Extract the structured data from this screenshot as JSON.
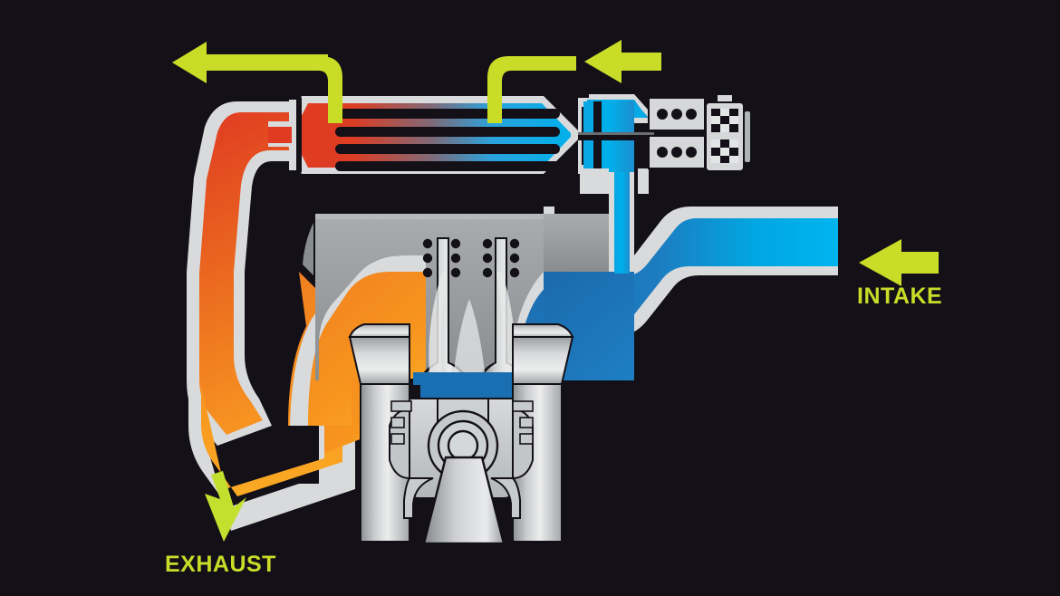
{
  "diagram": {
    "title": "Cooled EGR (Exhaust Gas Recirculation) System Cutaway",
    "background_color": "#141018",
    "labels": {
      "intake": "INTAKE",
      "exhaust": "EXHAUST"
    },
    "label_color": "#c8dc28",
    "arrows": [
      {
        "name": "intake-air-arrow",
        "label": "INTAKE",
        "direction": "left",
        "color": "#c8dc28"
      },
      {
        "name": "exhaust-gas-arrow",
        "label": "EXHAUST",
        "direction": "down-left",
        "color": "#c3e02e"
      },
      {
        "name": "coolant-inlet-arrow",
        "label": "",
        "direction": "left",
        "color": "#c8dc28"
      },
      {
        "name": "coolant-outlet-arrow",
        "label": "",
        "direction": "left",
        "color": "#c8dc28"
      }
    ],
    "colors": {
      "background": "#141018",
      "hot_exhaust_red": "#e03b22",
      "exhaust_orange": "#f79321",
      "cool_intake_cyan": "#00b0ea",
      "intake_blue": "#1a6fb2",
      "coolant_green": "#c8dc28",
      "metal_light": "#d9dadb",
      "metal_mid": "#a8aaac",
      "metal_dark": "#7d7f82",
      "outline_black": "#141018"
    },
    "components": [
      {
        "name": "egr-cooler",
        "label": "EGR Cooler",
        "detail": "heat exchanger with 4 internal tubes, hot red inlet to cooled blue outlet"
      },
      {
        "name": "egr-cooler-tubes",
        "count": 4
      },
      {
        "name": "coolant-inlet-pipe",
        "label": "Coolant Inlet"
      },
      {
        "name": "coolant-outlet-pipe",
        "label": "Coolant Outlet"
      },
      {
        "name": "egr-valve",
        "label": "EGR Valve"
      },
      {
        "name": "egr-valve-actuator",
        "label": "Actuator / Solenoid"
      },
      {
        "name": "actuator-dot-block-upper",
        "dots": 3
      },
      {
        "name": "actuator-dot-block-lower",
        "dots": 3
      },
      {
        "name": "electrical-connector",
        "label": "Electrical Connector"
      },
      {
        "name": "egr-feed-pipe",
        "label": "EGR Feed Pipe from Exhaust"
      },
      {
        "name": "exhaust-manifold-runner",
        "label": "Exhaust Port"
      },
      {
        "name": "intake-manifold-duct",
        "label": "Intake Manifold"
      },
      {
        "name": "cylinder-head",
        "label": "Cylinder Head"
      },
      {
        "name": "intake-valve",
        "label": "Intake Valve"
      },
      {
        "name": "exhaust-valve",
        "label": "Exhaust Valve"
      },
      {
        "name": "valve-spring-dots",
        "rows": 3,
        "columns": 4
      },
      {
        "name": "combustion-chamber",
        "label": "Combustion Chamber"
      },
      {
        "name": "piston",
        "label": "Piston"
      },
      {
        "name": "wrist-pin",
        "label": "Wrist Pin"
      },
      {
        "name": "connecting-rod",
        "label": "Connecting Rod"
      },
      {
        "name": "cylinder-wall-left",
        "label": "Cylinder Wall"
      },
      {
        "name": "cylinder-wall-right",
        "label": "Cylinder Wall"
      }
    ]
  }
}
